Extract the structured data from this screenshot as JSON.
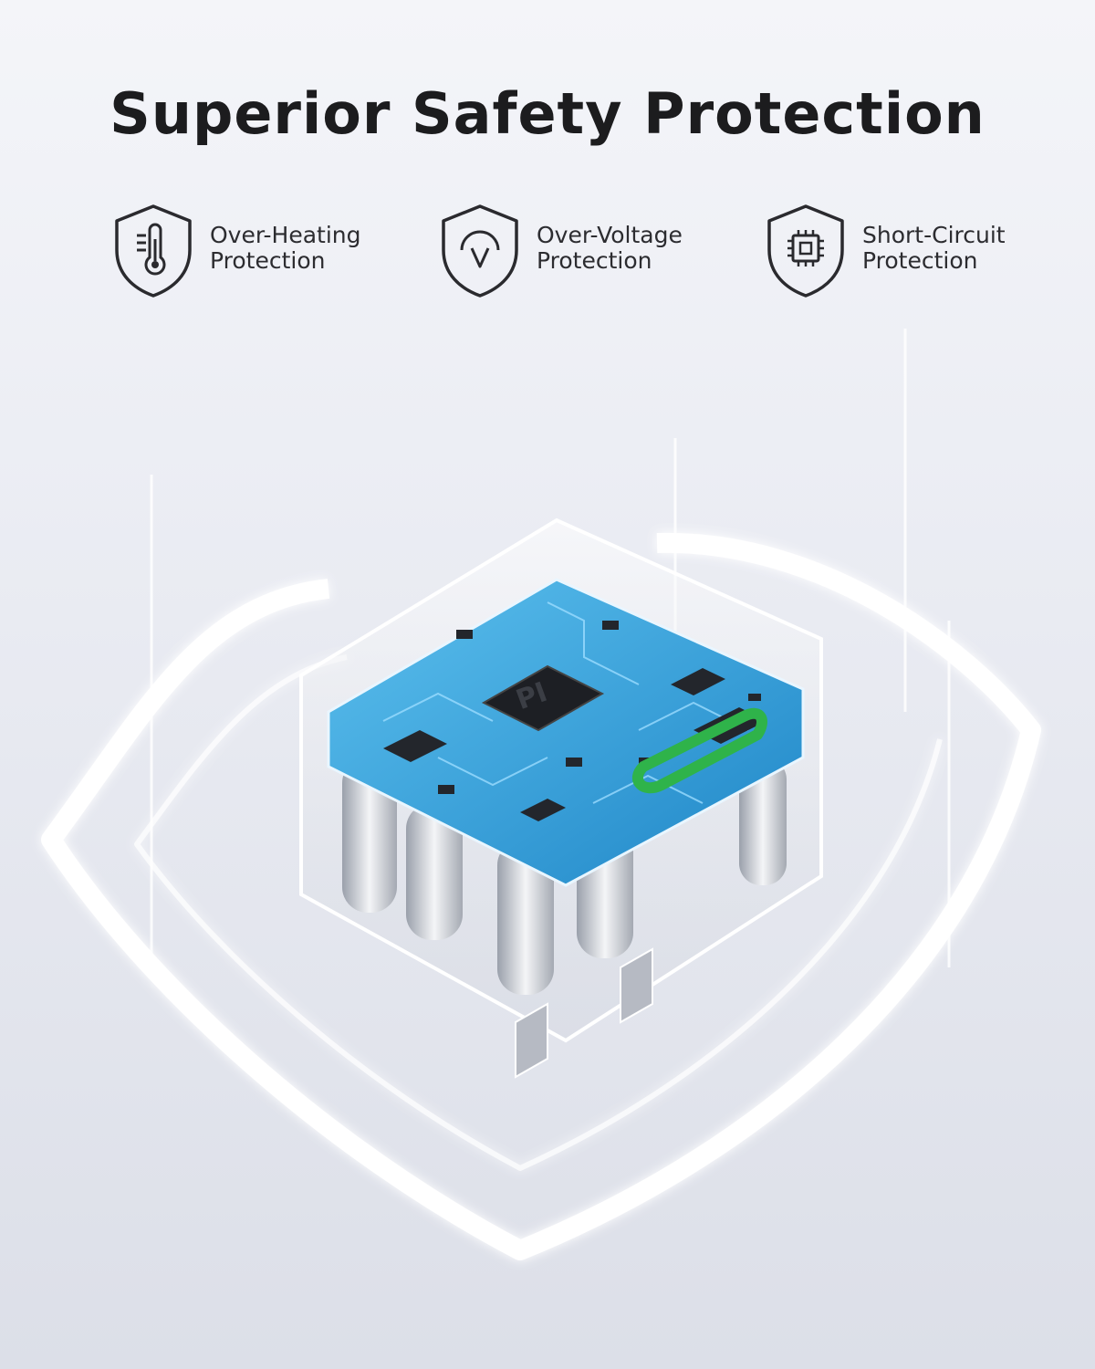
{
  "title": "Superior Safety Protection",
  "features": [
    {
      "line1": "Over-Heating",
      "line2": "Protection",
      "icon": "thermometer-icon"
    },
    {
      "line1": "Over-Voltage",
      "line2": "Protection",
      "icon": "voltage-icon"
    },
    {
      "line1": "Short-Circuit",
      "line2": "Protection",
      "icon": "chip-icon"
    }
  ],
  "chip_label": "PI",
  "colors": {
    "pcb": "#2f9bd6",
    "port": "#2fb34a",
    "text": "#1c1c1e"
  }
}
